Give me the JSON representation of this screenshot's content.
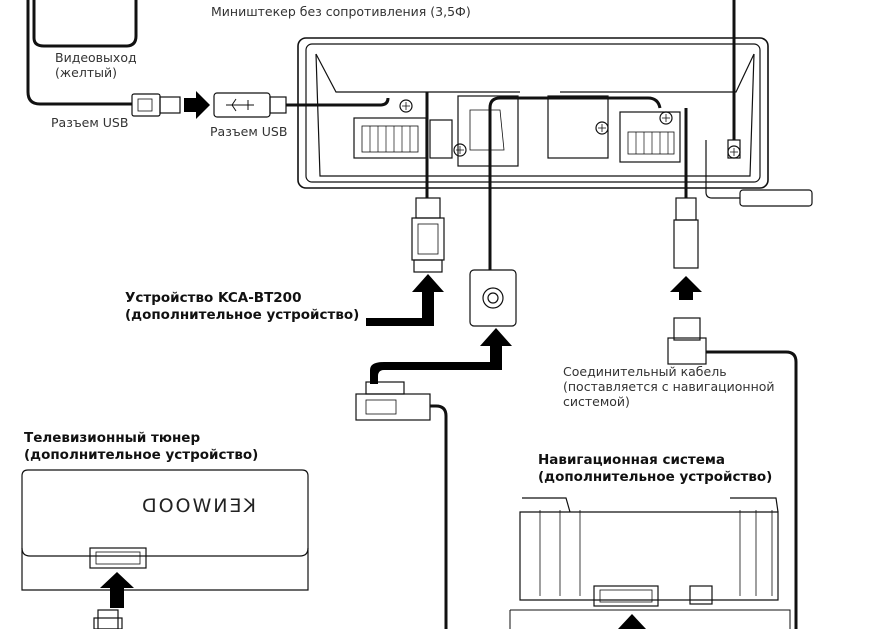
{
  "labels": {
    "mini_plug": "Миништекер без сопротивления (3,5Ф)",
    "video_out_1": "Видеовыход",
    "video_out_2": "(желтый)",
    "usb_connector_left": "Разъем USB",
    "usb_connector_right": "Разъем USB",
    "kca_bt200_1": "Устройство KCA-BT200",
    "kca_bt200_2": "(дополнительное устройство)",
    "conn_cable_1": "Соединительный кабель",
    "conn_cable_2": "(поставляется с навигационной",
    "conn_cable_3": "системой)",
    "tv_tuner_1": "Телевизионный тюнер",
    "tv_tuner_2": "(дополнительное устройство)",
    "nav_system_1": "Навигационная система",
    "nav_system_2": "(дополнительное устройство)",
    "tuner_brand": "KENWOOD"
  }
}
